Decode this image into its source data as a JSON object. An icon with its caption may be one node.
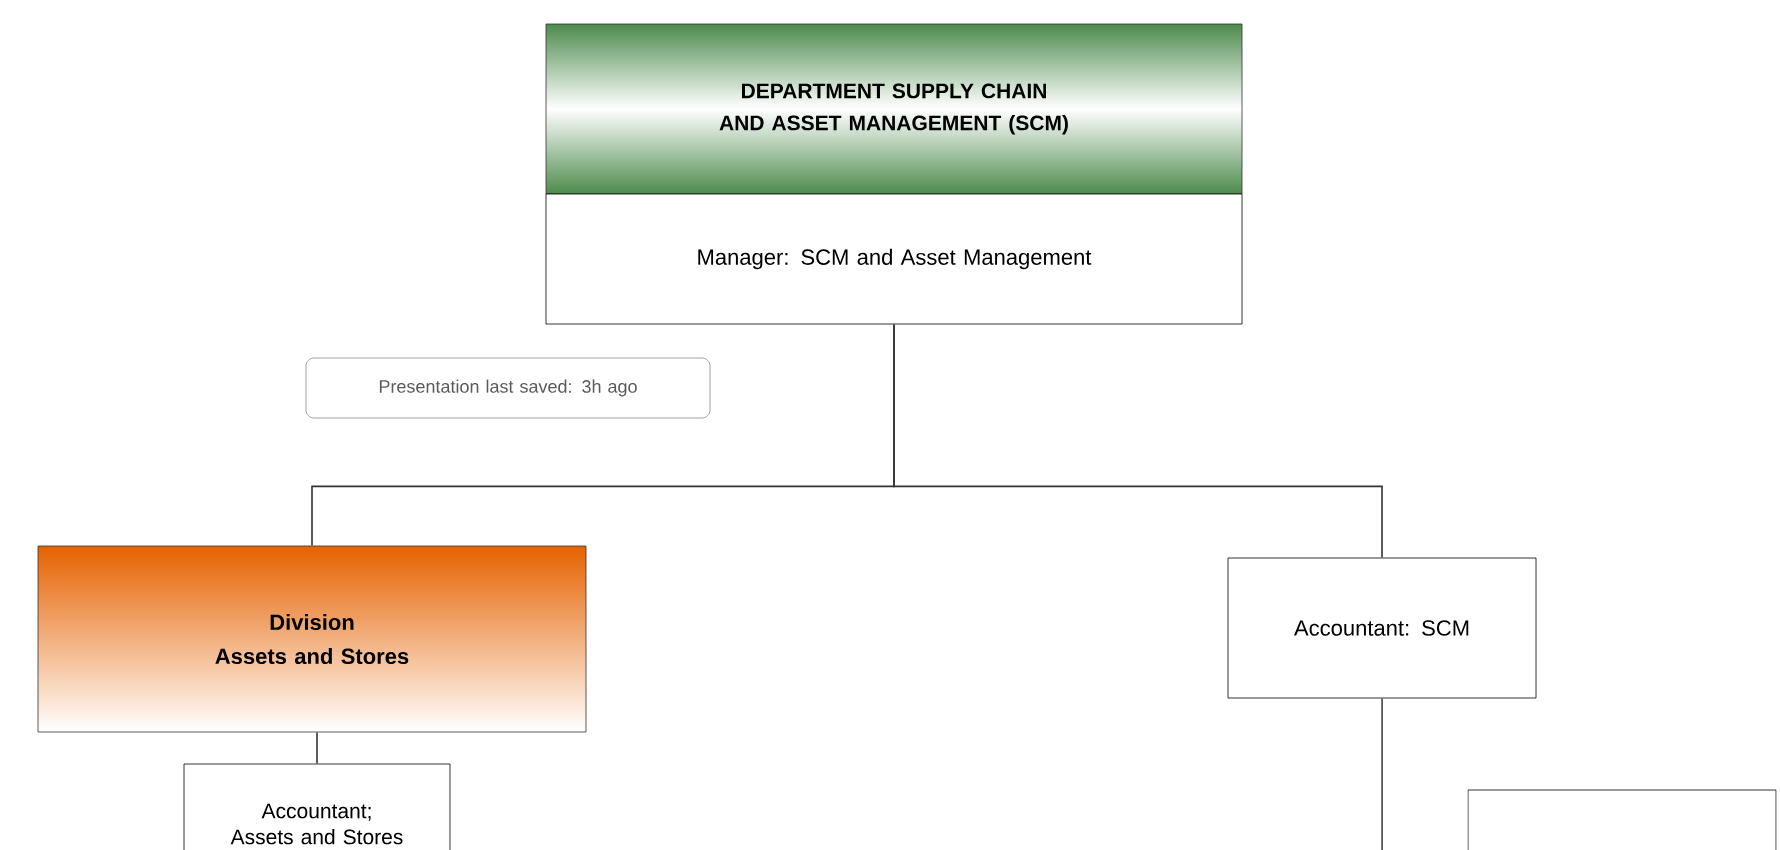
{
  "diagram": {
    "nodes": [
      {
        "text": [
          "DEPARTMENT SUPPLY CHAIN AND ASSET MANAGEMENT (SCM)"
        ]
      },
      {
        "text": [
          "Manager: SCM and Asset Management"
        ]
      },
      {
        "text": [
          "Presentation last saved: 3h ago"
        ]
      },
      {
        "text": [
          "Division",
          "Assets and Stores"
        ]
      },
      {
        "text": [
          "Accountant: SCM"
        ]
      },
      {
        "text": [
          "Accountant; Assets and Stores"
        ]
      },
      {
        "text": [],
        "shape": "box"
      }
    ],
    "edges": [
      {
        "from": 1,
        "to": 3,
        "arrow": "none"
      },
      {
        "from": 1,
        "to": 4,
        "arrow": "none"
      },
      {
        "from": 3,
        "to": 5,
        "arrow": "none"
      },
      {
        "from": 4,
        "to": null,
        "arrow": "none"
      }
    ]
  }
}
